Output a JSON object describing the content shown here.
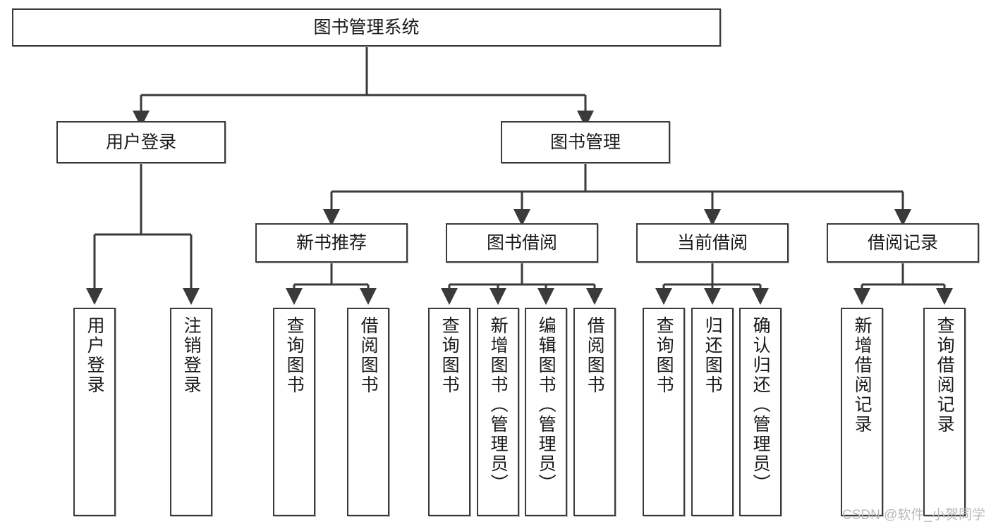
{
  "diagram": {
    "title": "图书管理系统",
    "type": "tree-hierarchy-diagram",
    "watermark": "CSDN @软件_小贺同学",
    "colors": {
      "node_border": "#3a3a3a",
      "node_fill": "#ffffff",
      "connector": "#3a3a3a",
      "text": "#1a1a1a",
      "watermark": "#b9b9b9",
      "background": "#ffffff"
    },
    "root": {
      "label": "图书管理系统"
    },
    "level2": [
      {
        "label": "用户登录"
      },
      {
        "label": "图书管理"
      }
    ],
    "level3": [
      {
        "label": "新书推荐"
      },
      {
        "label": "图书借阅"
      },
      {
        "label": "当前借阅"
      },
      {
        "label": "借阅记录"
      }
    ],
    "leaves": {
      "user_login": [
        {
          "label": "用户登录"
        },
        {
          "label": "注销登录"
        }
      ],
      "new_book_recommend": [
        {
          "label": "查询图书"
        },
        {
          "label": "借阅图书"
        }
      ],
      "book_borrow": [
        {
          "label": "查询图书"
        },
        {
          "label": "新增图书（管理员）"
        },
        {
          "label": "编辑图书（管理员）"
        },
        {
          "label": "借阅图书"
        }
      ],
      "current_borrow": [
        {
          "label": "查询图书"
        },
        {
          "label": "归还图书"
        },
        {
          "label": "确认归还（管理员）"
        }
      ],
      "borrow_record": [
        {
          "label": "新增借阅记录"
        },
        {
          "label": "查询借阅记录"
        }
      ]
    }
  }
}
